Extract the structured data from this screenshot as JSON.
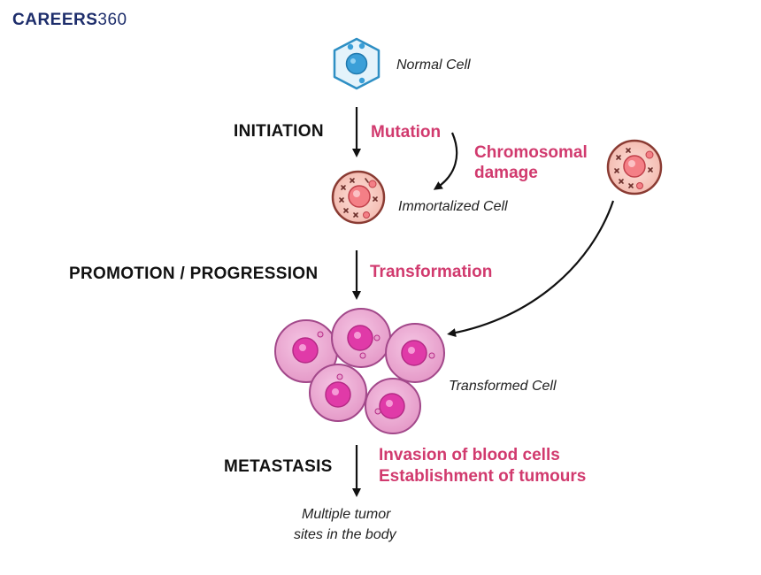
{
  "brand": {
    "name": "CAREERS",
    "number": "360"
  },
  "stages": {
    "initiation": "INITIATION",
    "promotion": "PROMOTION / PROGRESSION",
    "metastasis": "METASTASIS"
  },
  "processes": {
    "mutation": "Mutation",
    "chromosomal_line1": "Chromosomal",
    "chromosomal_line2": "damage",
    "transformation": "Transformation",
    "invasion": "Invasion of blood cells",
    "establishment": "Establishment of tumours"
  },
  "cells": {
    "normal": "Normal Cell",
    "immortalized": "Immortalized Cell",
    "transformed": "Transformed Cell",
    "multiple_line1": "Multiple tumor",
    "multiple_line2": "sites in the body"
  },
  "colors": {
    "brand_navy": "#1d2d6b",
    "process_pink": "#d13a6e",
    "normal_cell_blue": "#3a9fd8",
    "immortalized_cell_fill": "#f7c9c0",
    "transformed_cell_fill": "#e9a0cd",
    "nucleus_magenta": "#e03aa8"
  }
}
